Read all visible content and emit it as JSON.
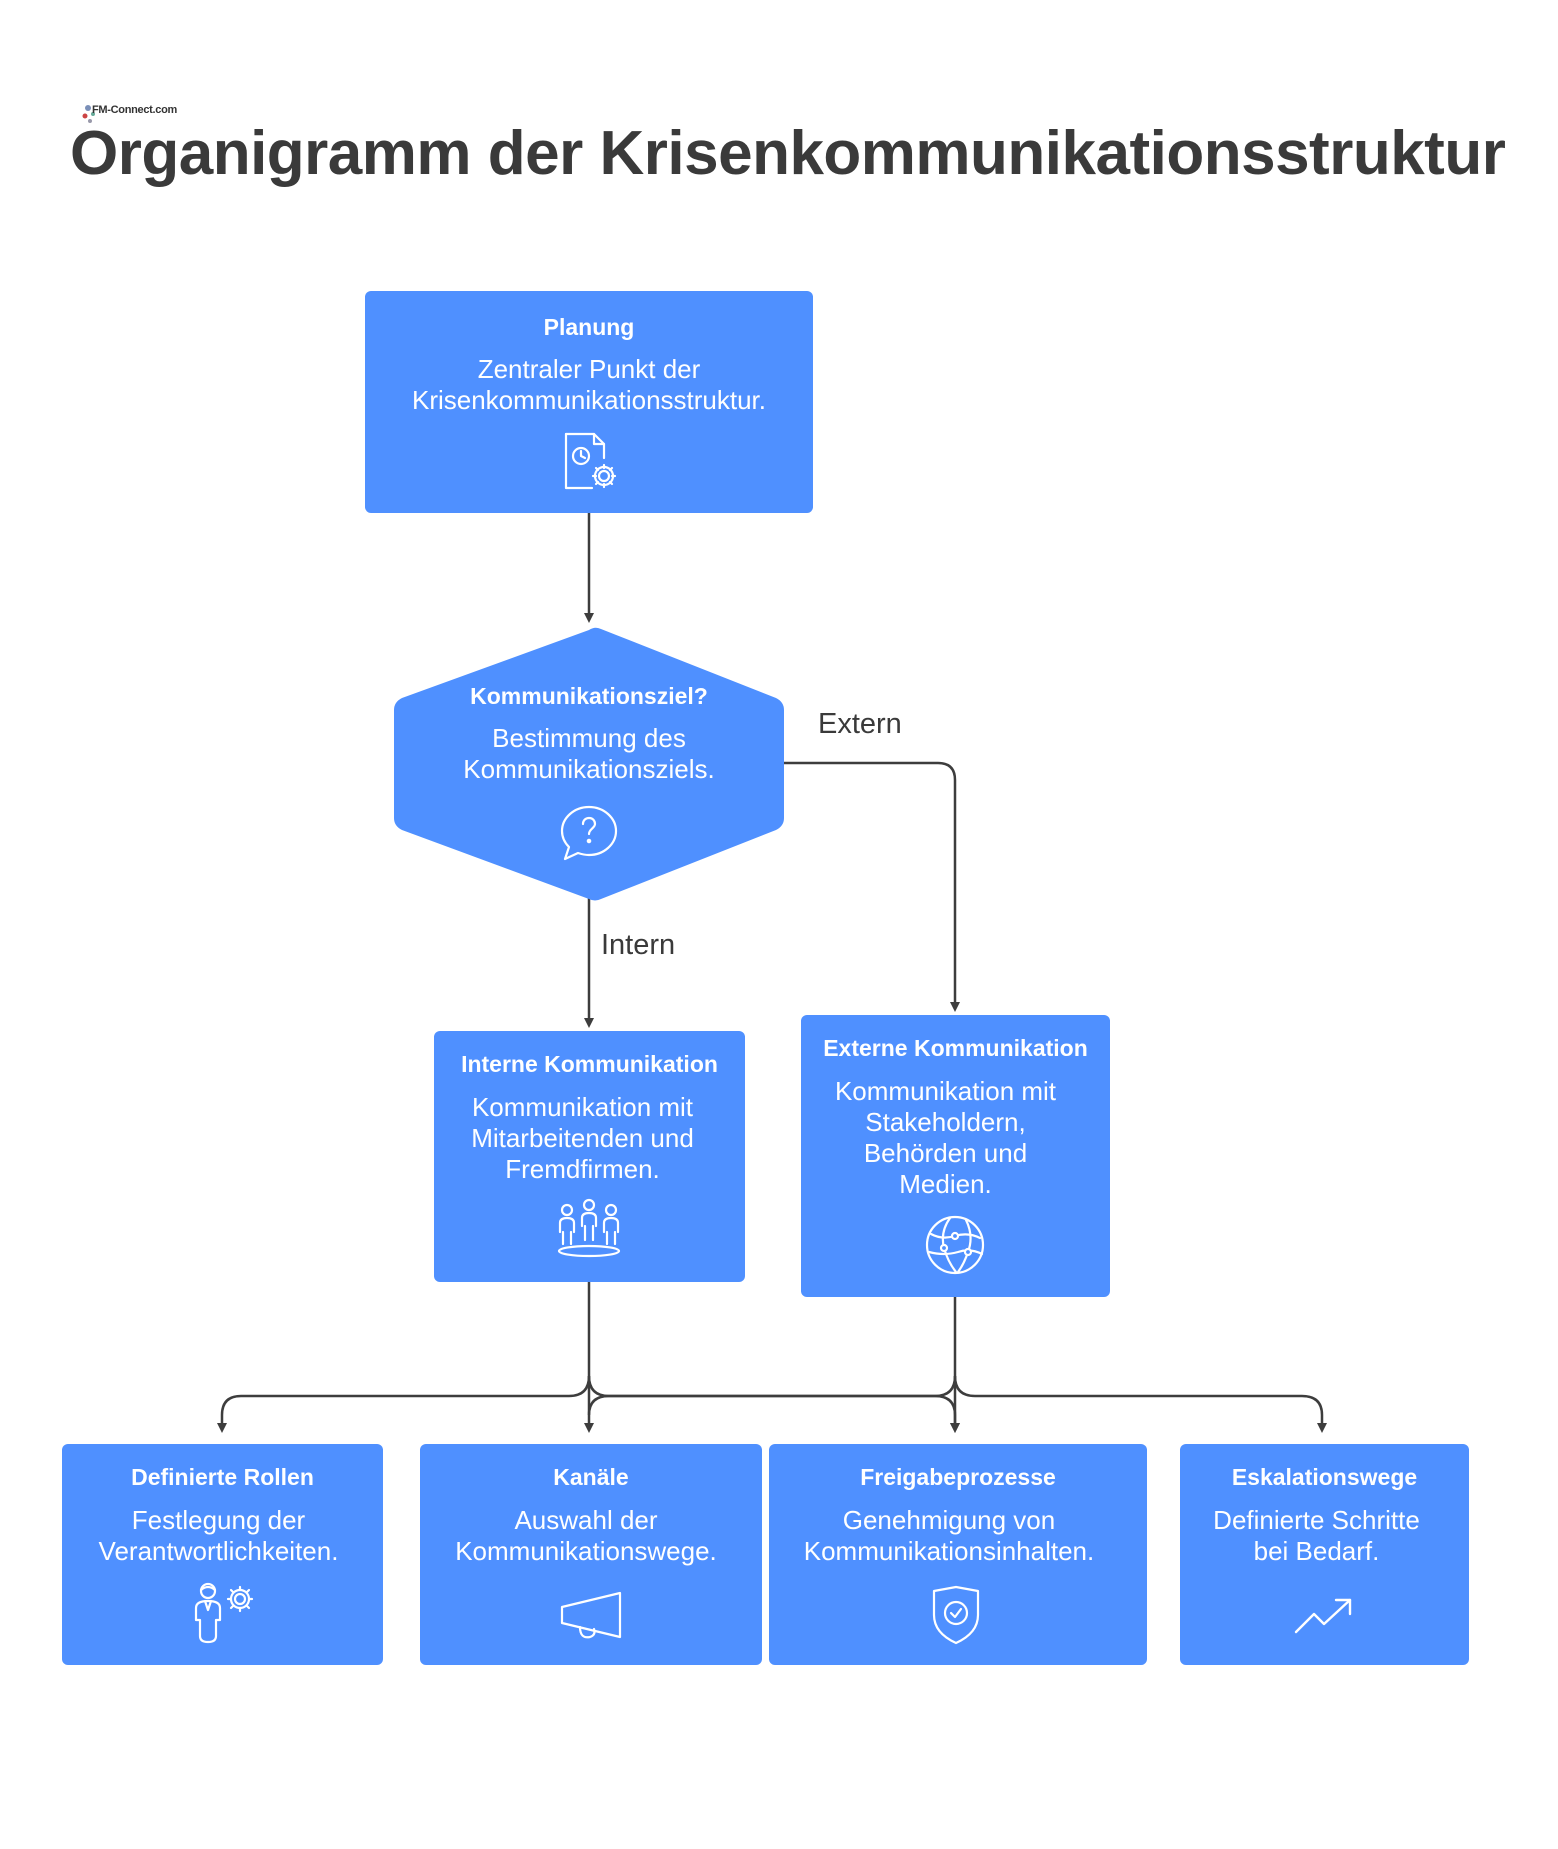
{
  "logo": {
    "text": "FM-Connect.com"
  },
  "title": "Organigramm der Krisenkommunikationsstruktur",
  "colors": {
    "node": "#4f90ff",
    "line": "#3d3d3d",
    "title": "#3a3a3a"
  },
  "nodes": {
    "planung": {
      "title": "Planung",
      "desc": "Zentraler Punkt der Krisenkommunikationsstruktur.",
      "icon": "document-clock-gear-icon"
    },
    "ziel": {
      "title": "Kommunikationsziel?",
      "desc": "Bestimmung des Kommunikationsziels.",
      "icon": "speech-bubble-question-icon"
    },
    "intern": {
      "title": "Interne Kommunikation",
      "desc": "Kommunikation mit Mitarbeitenden und Fremdfirmen.",
      "icon": "group-people-icon"
    },
    "extern": {
      "title": "Externe Kommunikation",
      "desc": "Kommunikation mit Stakeholdern, Behörden und Medien.",
      "icon": "globe-network-icon"
    },
    "rollen": {
      "title": "Definierte Rollen",
      "desc": "Festlegung der Verantwortlichkeiten.",
      "icon": "person-gear-icon"
    },
    "kanaele": {
      "title": "Kanäle",
      "desc": "Auswahl der Kommunikationswege.",
      "icon": "megaphone-icon"
    },
    "freigabe": {
      "title": "Freigabeprozesse",
      "desc": "Genehmigung von Kommunikationsinhalten.",
      "icon": "shield-check-icon"
    },
    "eskalation": {
      "title": "Eskalationswege",
      "desc": "Definierte Schritte bei Bedarf.",
      "icon": "trending-up-arrow-icon"
    }
  },
  "edges": {
    "intern_label": "Intern",
    "extern_label": "Extern"
  }
}
